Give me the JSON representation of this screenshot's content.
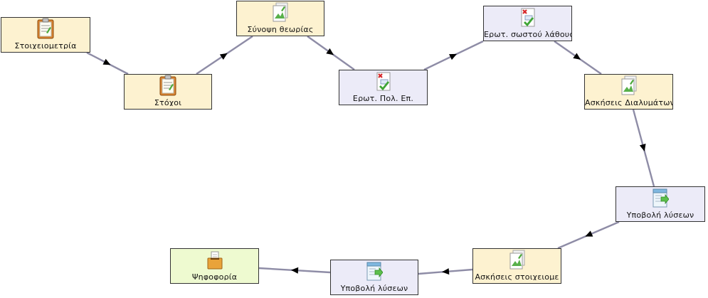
{
  "colors": {
    "yellow_fill": "#fdf2d0",
    "lavender_fill": "#ecebf8",
    "green_fill": "#eefad0",
    "edge": "#8e8ca6",
    "arrowhead": "#000000"
  },
  "nodes": [
    {
      "id": "n1",
      "label": "Στοιχειομετρία",
      "icon": "clipboard-icon",
      "fill": "yellow"
    },
    {
      "id": "n2",
      "label": "Στόχοι",
      "icon": "clipboard-icon",
      "fill": "yellow"
    },
    {
      "id": "n3",
      "label": "Σύνοψη θεωρίας",
      "icon": "document-image-icon",
      "fill": "yellow"
    },
    {
      "id": "n4",
      "label": "Ερωτ. Πολ. Επ.",
      "icon": "quiz-check-icon",
      "fill": "lavender"
    },
    {
      "id": "n5",
      "label": "Ερωτ. σωστού λάθους",
      "icon": "quiz-check-icon",
      "fill": "lavender"
    },
    {
      "id": "n6",
      "label": "Ασκήσεις Διαλυμάτων",
      "icon": "document-image-icon",
      "fill": "yellow"
    },
    {
      "id": "n7",
      "label": "Υποβολή λύσεων",
      "icon": "upload-form-icon",
      "fill": "lavender"
    },
    {
      "id": "n8",
      "label": "Ασκήσεις στοιχειομε",
      "icon": "document-image-icon",
      "fill": "yellow"
    },
    {
      "id": "n9",
      "label": "Υποβολή λύσεων",
      "icon": "upload-form-icon",
      "fill": "lavender"
    },
    {
      "id": "n10",
      "label": "Ψηφοφορία",
      "icon": "ballot-box-icon",
      "fill": "green"
    }
  ],
  "edges": [
    {
      "from": "n1",
      "to": "n2"
    },
    {
      "from": "n2",
      "to": "n3"
    },
    {
      "from": "n3",
      "to": "n4"
    },
    {
      "from": "n4",
      "to": "n5"
    },
    {
      "from": "n5",
      "to": "n6"
    },
    {
      "from": "n6",
      "to": "n7"
    },
    {
      "from": "n7",
      "to": "n8"
    },
    {
      "from": "n8",
      "to": "n9"
    },
    {
      "from": "n9",
      "to": "n10"
    }
  ]
}
